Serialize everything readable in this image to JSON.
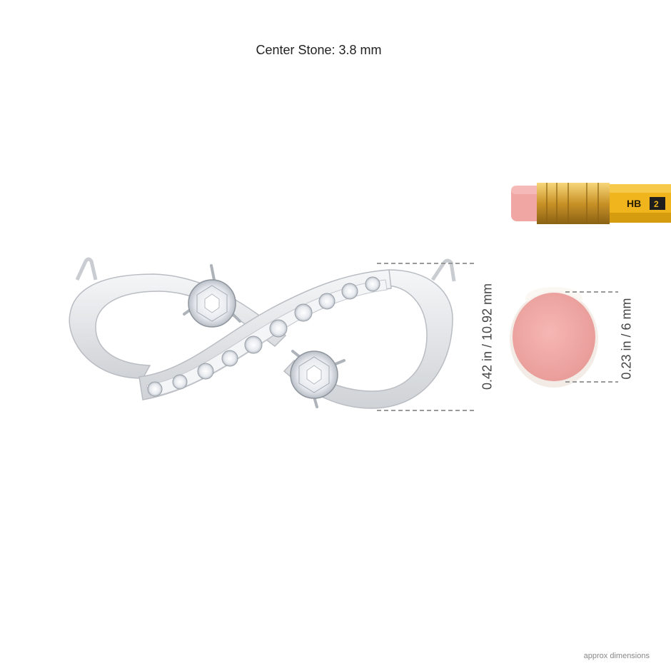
{
  "header": {
    "title": "Center Stone: 3.8 mm"
  },
  "dimensions": {
    "pendant_height": "0.42 in / 10.92 mm",
    "eraser_diameter": "0.23 in / 6 mm"
  },
  "pencil": {
    "grade_label": "HB",
    "number_label": "2"
  },
  "footer": {
    "note": "approx dimensions"
  },
  "colors": {
    "metal": "#e9ebee",
    "pencil_yellow": "#f0b51c",
    "ferrule_gold": "#d9a93b",
    "eraser_pink": "#f2aaa8",
    "dashed_line": "#9a9a9a"
  }
}
